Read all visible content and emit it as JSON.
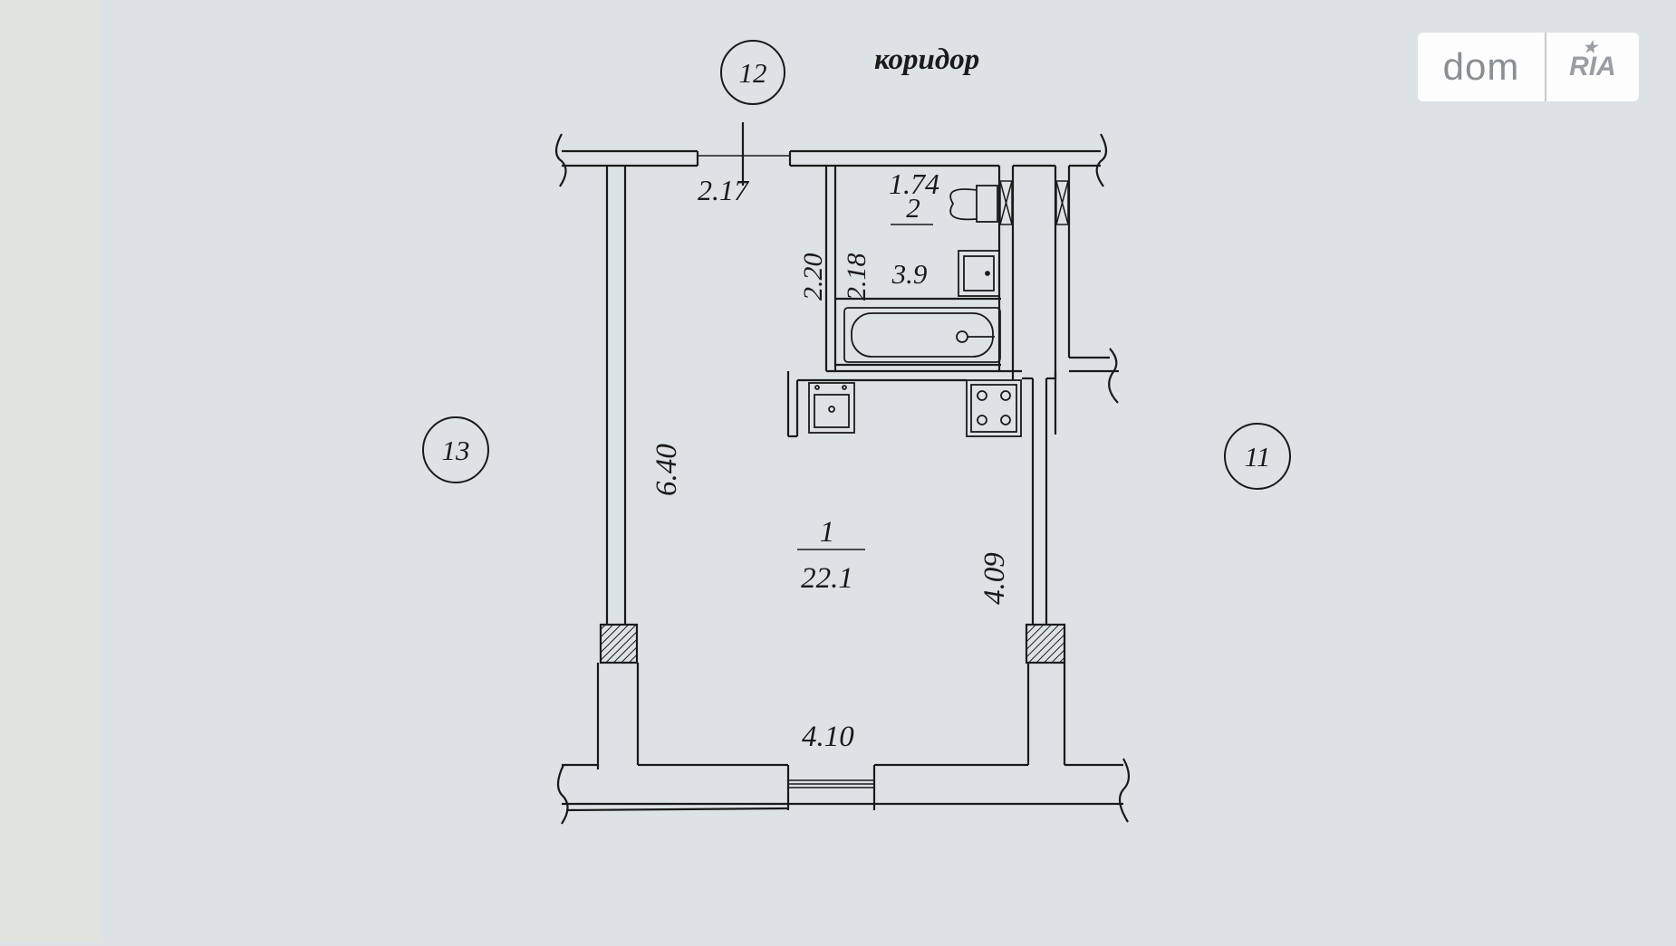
{
  "labels": {
    "corridor": "коридор",
    "apartment_12": "12",
    "apartment_13": "13",
    "apartment_11": "11"
  },
  "rooms": [
    {
      "number": "1",
      "area": "22.1"
    },
    {
      "number": "2",
      "area": "3.9"
    }
  ],
  "dimensions": {
    "top_room1": "2.17",
    "top_bath": "1.74",
    "bath_left_a": "2.20",
    "bath_left_b": "2.18",
    "left_wall": "6.40",
    "right_wall": "4.09",
    "bottom_wall": "4.10"
  },
  "watermark": {
    "left": "dom",
    "right": "RIA"
  },
  "colors": {
    "background": "#dde3e4",
    "ink": "#1a1a1a"
  }
}
